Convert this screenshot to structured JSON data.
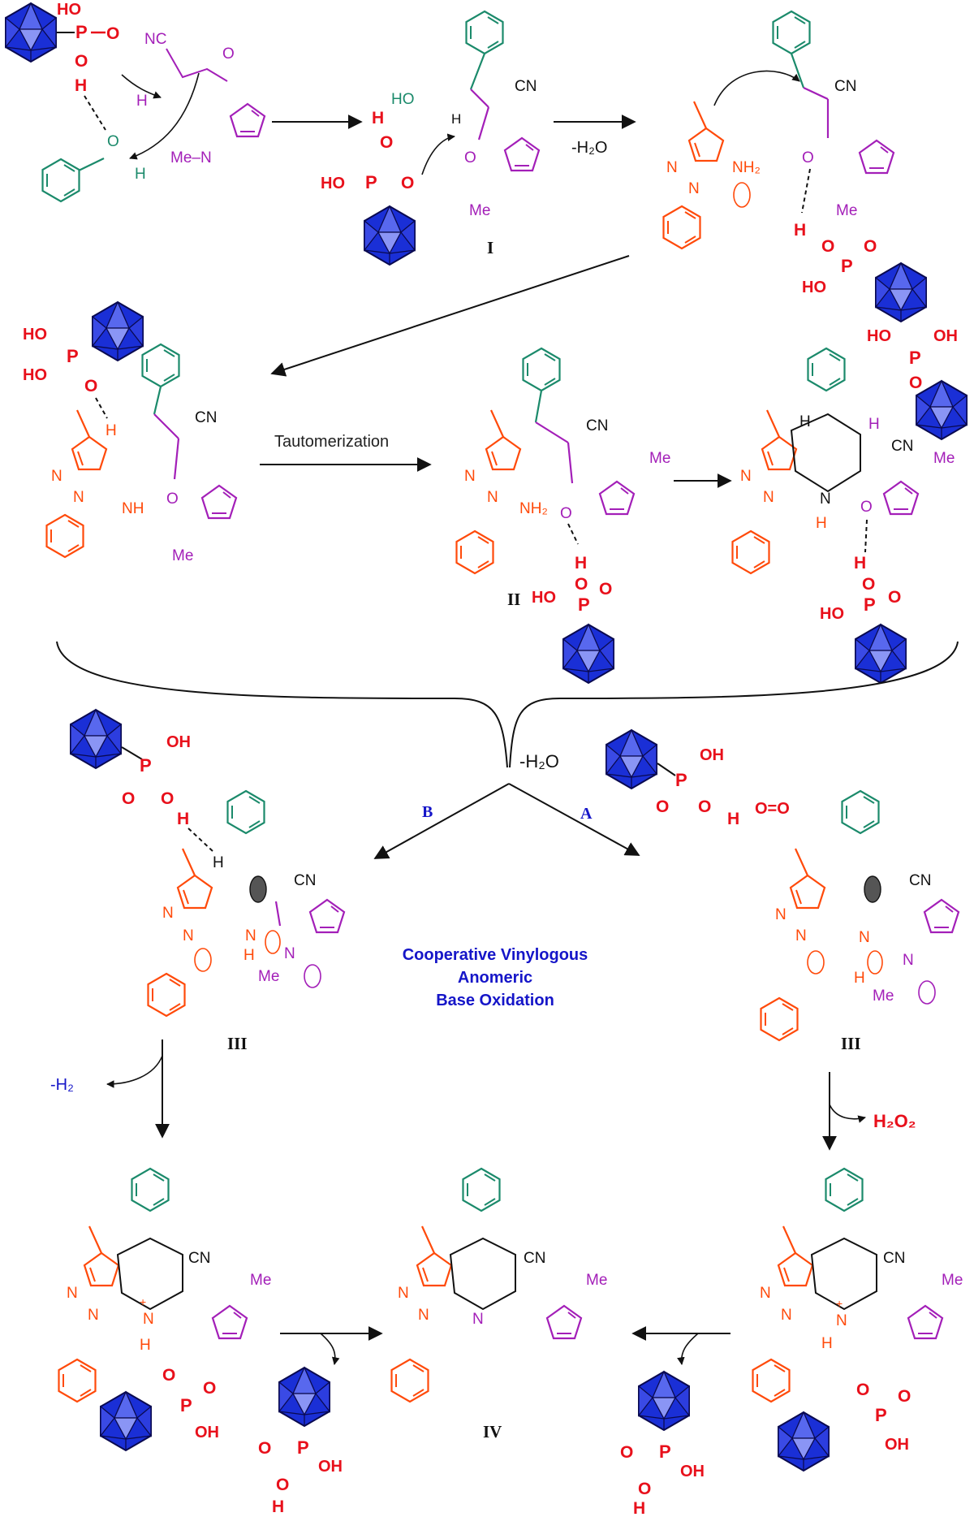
{
  "colors": {
    "catalyst_blue": "#1a2fd6",
    "acid_red": "#e8101b",
    "pyrazole_orange": "#ff4a0a",
    "aldehyde_green": "#1b8a6b",
    "pyrrole_purple": "#a31fb8",
    "path_blue": "#1515c8",
    "black": "#111111"
  },
  "labels": {
    "ho_top": "HO",
    "p": "P",
    "o": "O",
    "h": "H",
    "nc": "NC",
    "cn": "CN",
    "me_n": "Me–N",
    "me": "Me",
    "nh2": "NH₂",
    "nh": "NH",
    "n": "N",
    "ho": "HO",
    "oh": "OH"
  },
  "steps": {
    "minus_h2o_1": "-H₂O",
    "tautomerization": "Tautomerization",
    "minus_h2o_2": "-H₂O",
    "path_b": "B",
    "path_a": "A",
    "minus_h2": "-H₂",
    "h2o2": "H₂O₂"
  },
  "intermediates": {
    "i": "I",
    "ii": "II",
    "iii_left": "III",
    "iii_right": "III",
    "iv": "IV"
  },
  "mechanism_title": {
    "line1": "Cooperative Vinylogous",
    "line2": "Anomeric",
    "line3": "Base Oxidation"
  },
  "extra": {
    "o_eq_o": "O=O",
    "n_plus": "+"
  }
}
